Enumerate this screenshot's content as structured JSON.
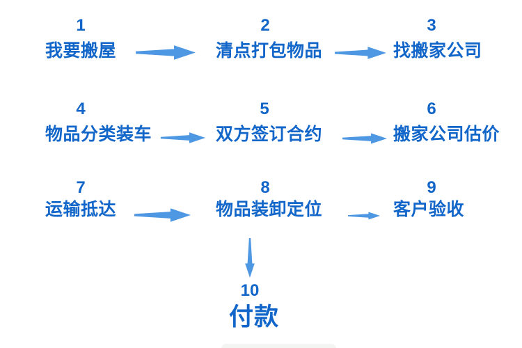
{
  "diagram": {
    "type": "flowchart",
    "language": "zh",
    "colors": {
      "text": "#1266c9",
      "arrow": "#4e97e2",
      "background": "#ffffff"
    },
    "steps": [
      {
        "number": "1",
        "label": "我要搬屋"
      },
      {
        "number": "2",
        "label": "清点打包物品"
      },
      {
        "number": "3",
        "label": "找搬家公司"
      },
      {
        "number": "4",
        "label": "物品分类装车"
      },
      {
        "number": "5",
        "label": "双方签订合约"
      },
      {
        "number": "6",
        "label": "搬家公司估价"
      },
      {
        "number": "7",
        "label": "运输抵达"
      },
      {
        "number": "8",
        "label": "物品装卸定位"
      },
      {
        "number": "9",
        "label": "客户验收"
      },
      {
        "number": "10",
        "label": "付款"
      }
    ],
    "connections": [
      "1→2",
      "2→3",
      "4→5",
      "5→6",
      "7→8",
      "8→9",
      "8→10"
    ]
  }
}
